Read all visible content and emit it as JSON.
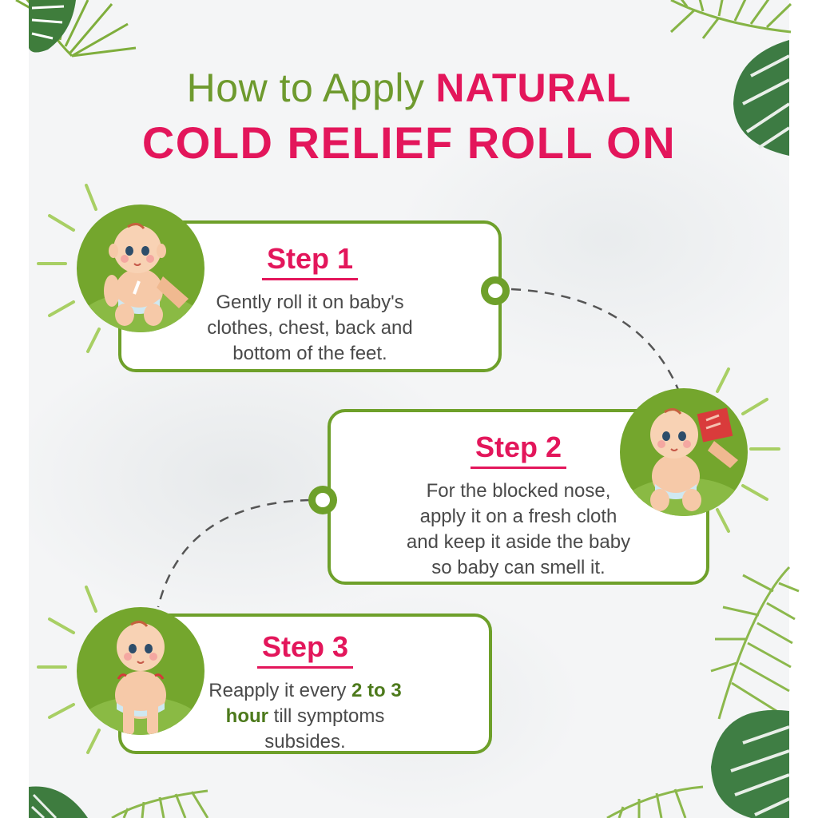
{
  "title": {
    "lead": "How to Apply",
    "accent": "NATURAL",
    "line2": "COLD RELIEF ROLL ON"
  },
  "steps": [
    {
      "label": "Step 1",
      "lines": [
        "Gently roll it on baby's",
        "clothes, chest, back and",
        "bottom of the feet."
      ]
    },
    {
      "label": "Step 2",
      "lines": [
        "For the blocked nose,",
        "apply it on a fresh cloth",
        "and keep it aside the baby",
        "so baby can smell it."
      ]
    },
    {
      "label": "Step 3",
      "line1_pre": "Reapply it every ",
      "line1_hl": "2 to 3",
      "line2_hl": "hour",
      "line2_post": " till symptoms",
      "line3": "subsides."
    }
  ],
  "colors": {
    "green": "#6ea02a",
    "pink": "#e3165b",
    "text": "#4a4a4a",
    "leaf": "#5f9a3a"
  },
  "icons": [
    "palm-leaf-icon",
    "monstera-leaf-icon",
    "baby-illustration-icon",
    "sun-ray-icon"
  ]
}
